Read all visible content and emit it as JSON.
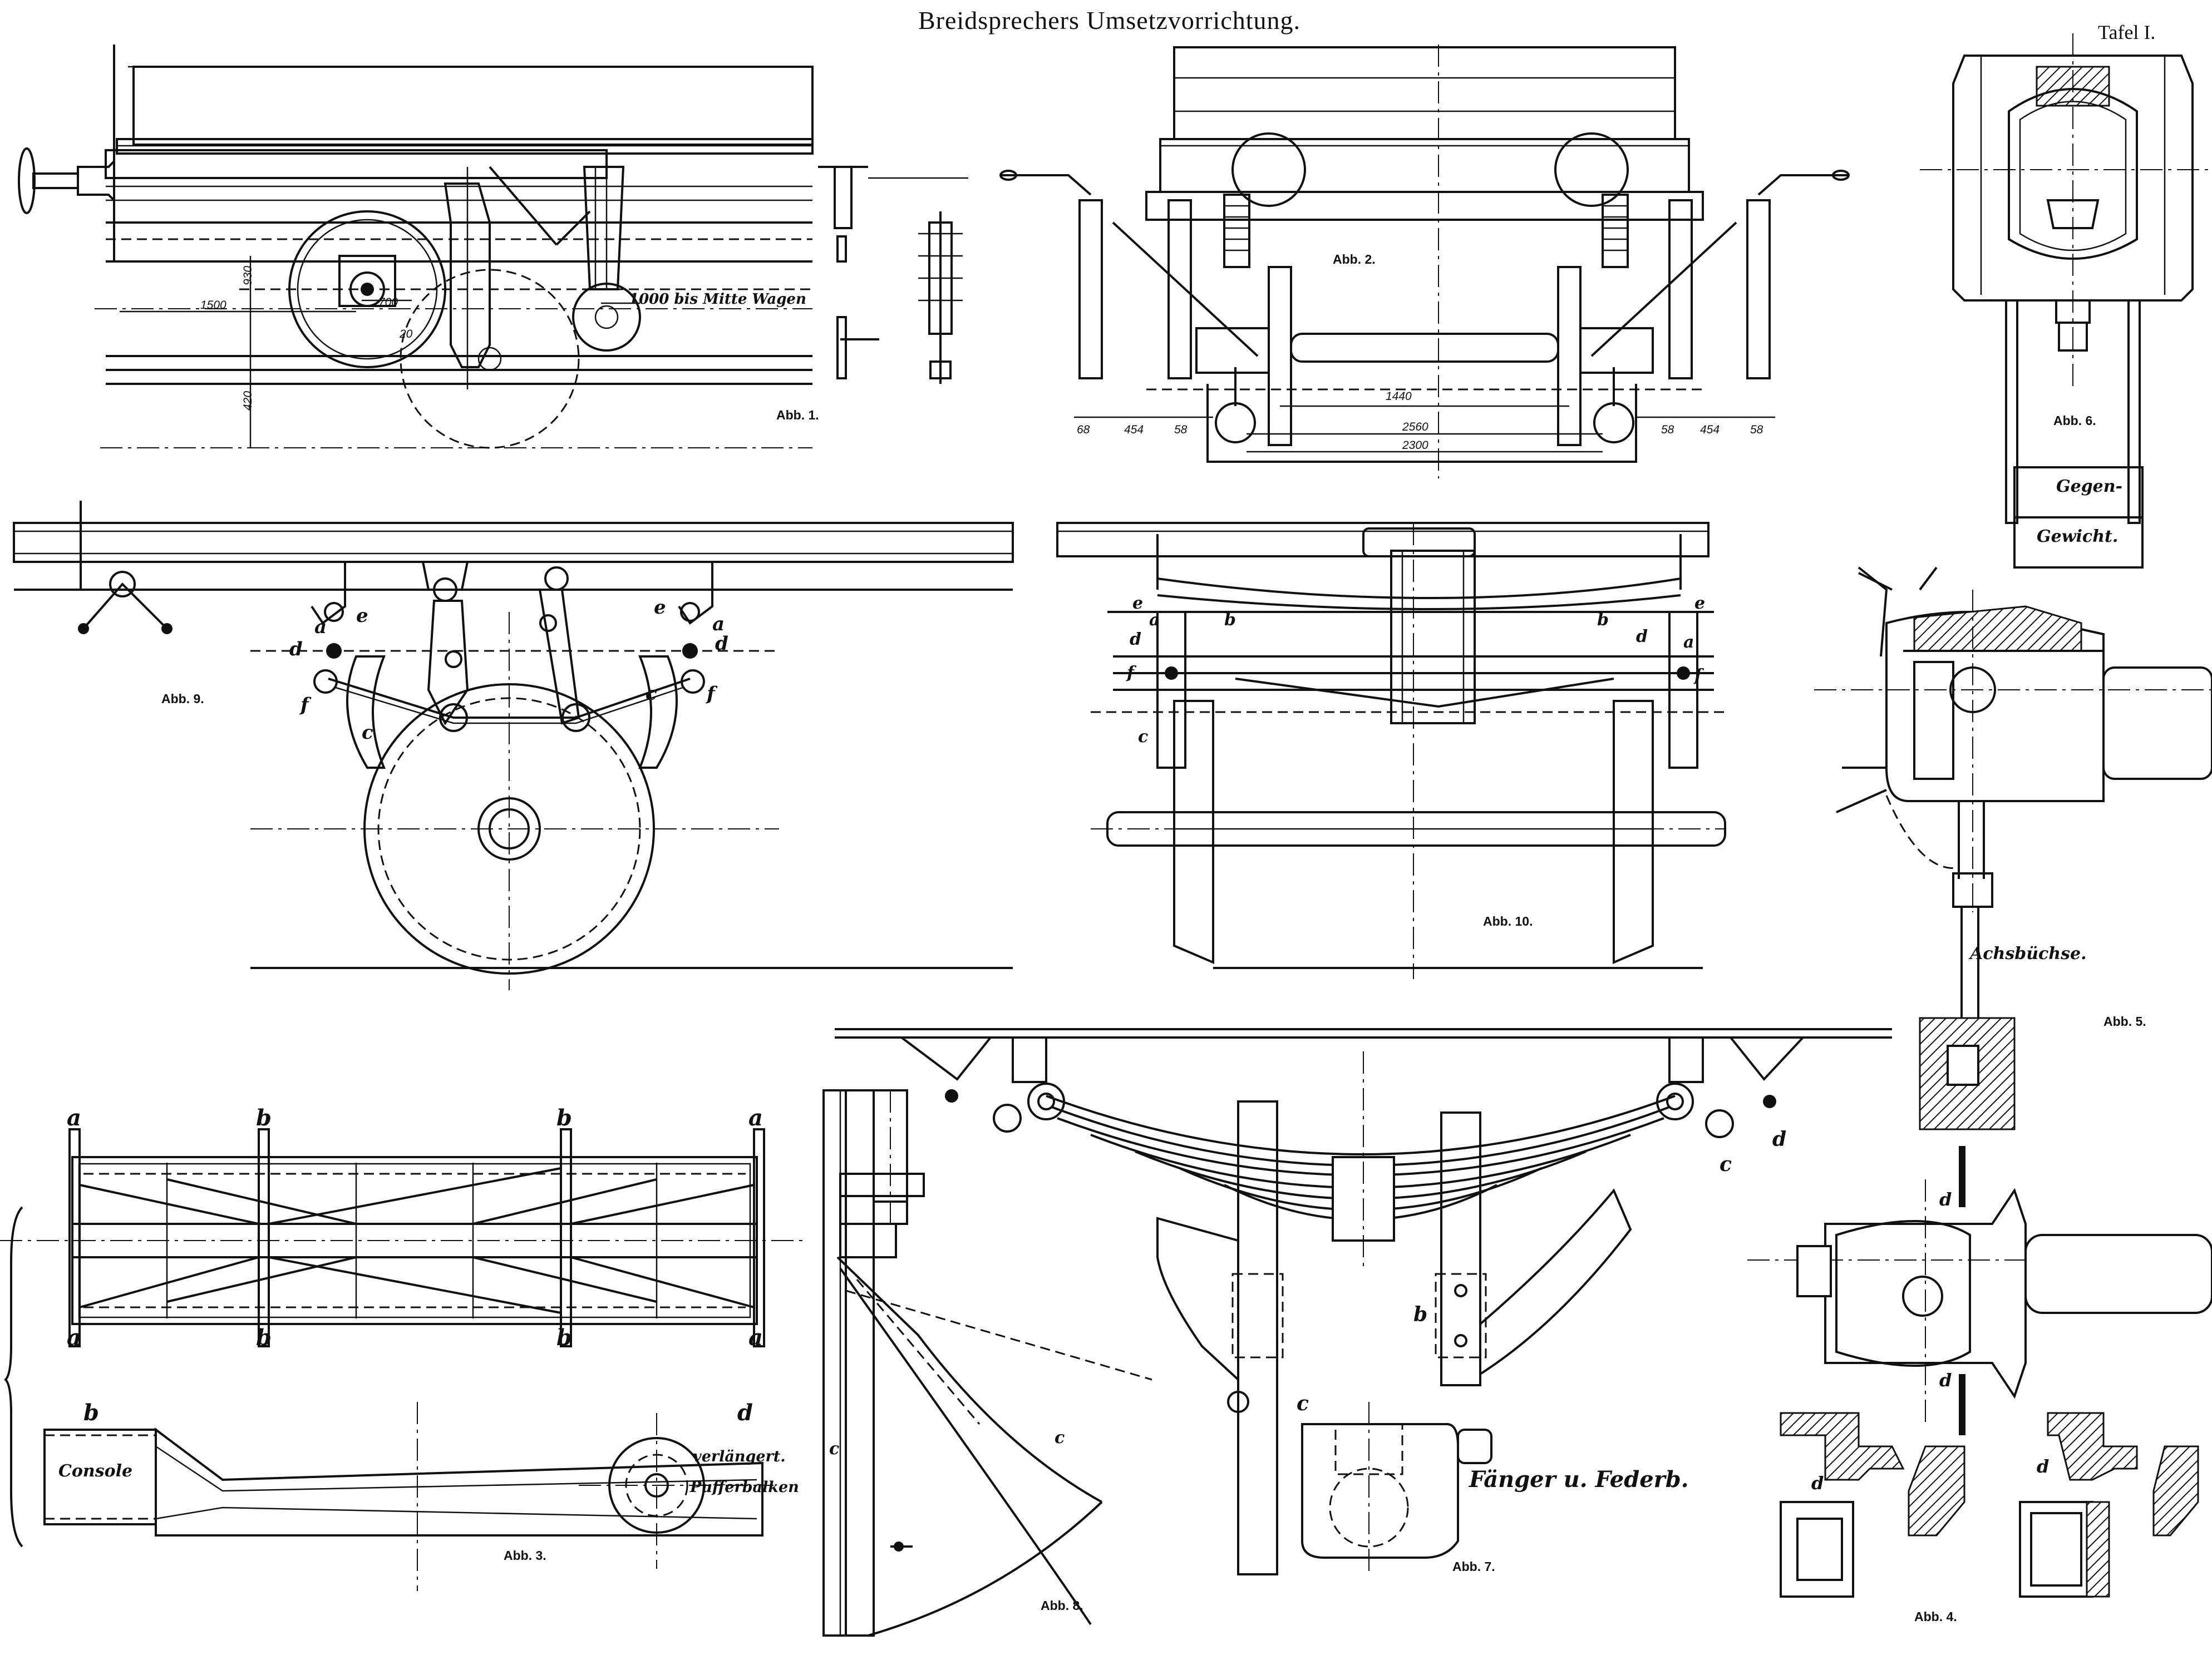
{
  "sheet": {
    "title": "Breidsprechers Umsetzvorrichtung.",
    "plate": "Tafel I."
  },
  "figures": {
    "abb1": "Abb. 1.",
    "abb2": "Abb. 2.",
    "abb3": "Abb. 3.",
    "abb4": "Abb. 4.",
    "abb5": "Abb. 5.",
    "abb6": "Abb. 6.",
    "abb7": "Abb. 7.",
    "abb8": "Abb. 8.",
    "abb9": "Abb. 9.",
    "abb10": "Abb. 10."
  },
  "dimensions": {
    "abb1": [
      "1500",
      "930",
      "700",
      "20",
      "420"
    ],
    "abb1_note": "1000 bis Mitte Wagen",
    "abb2_top": "1440",
    "abb2_mid": "2560",
    "abb2_bottom": "2300",
    "abb2_left": [
      "68",
      "454",
      "58"
    ],
    "abb2_right": [
      "58",
      "454",
      "58"
    ]
  },
  "inscriptions": {
    "gegen": "Gegen-",
    "gewicht": "Gewicht.",
    "achsbuchse": "Achsbüchse.",
    "console": "Console",
    "verlaengert": "verlängert.",
    "pufferbalken": "Pufferbalken",
    "faenger": "Fänger u. Federb."
  },
  "letters": {
    "a": "a",
    "b": "b",
    "c": "c",
    "d": "d",
    "e": "e",
    "f": "f"
  }
}
